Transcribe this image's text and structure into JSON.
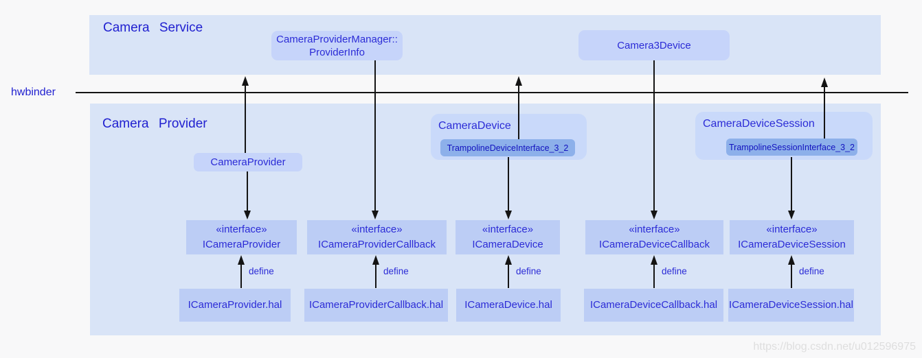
{
  "hwbinder_label": "hwbinder",
  "service": {
    "title": "Camera Service",
    "provider_info_line1": "CameraProviderManager::",
    "provider_info_line2": "ProviderInfo",
    "camera3device_label": "Camera3Device"
  },
  "provider": {
    "title": "Camera Provider",
    "camera_provider_label": "CameraProvider",
    "camera_device": {
      "label": "CameraDevice",
      "trampoline": "TrampolineDeviceInterface_3_2"
    },
    "camera_device_session": {
      "label": "CameraDeviceSession",
      "trampoline": "TrampolineSessionInterface_3_2"
    },
    "interfaces": [
      {
        "stereotype": "«interface»",
        "name": "ICameraProvider"
      },
      {
        "stereotype": "«interface»",
        "name": "ICameraProviderCallback"
      },
      {
        "stereotype": "«interface»",
        "name": "ICameraDevice"
      },
      {
        "stereotype": "«interface»",
        "name": "ICameraDeviceCallback"
      },
      {
        "stereotype": "«interface»",
        "name": "ICameraDeviceSession"
      }
    ],
    "hal_files": [
      "ICameraProvider.hal",
      "ICameraProviderCallback.hal",
      "ICameraDevice.hal",
      "ICameraDeviceCallback.hal",
      "ICameraDeviceSession.hal"
    ],
    "define_label": "define"
  },
  "watermark": "https://blog.csdn.net/u012596975",
  "colors": {
    "panel_background": "#d9e4f7",
    "box_background": "#c6d4fa",
    "rect_background": "#bccdf5",
    "trampoline_background": "#8db0ea",
    "text_blue": "#2b2bd6",
    "line_black": "#141414"
  }
}
